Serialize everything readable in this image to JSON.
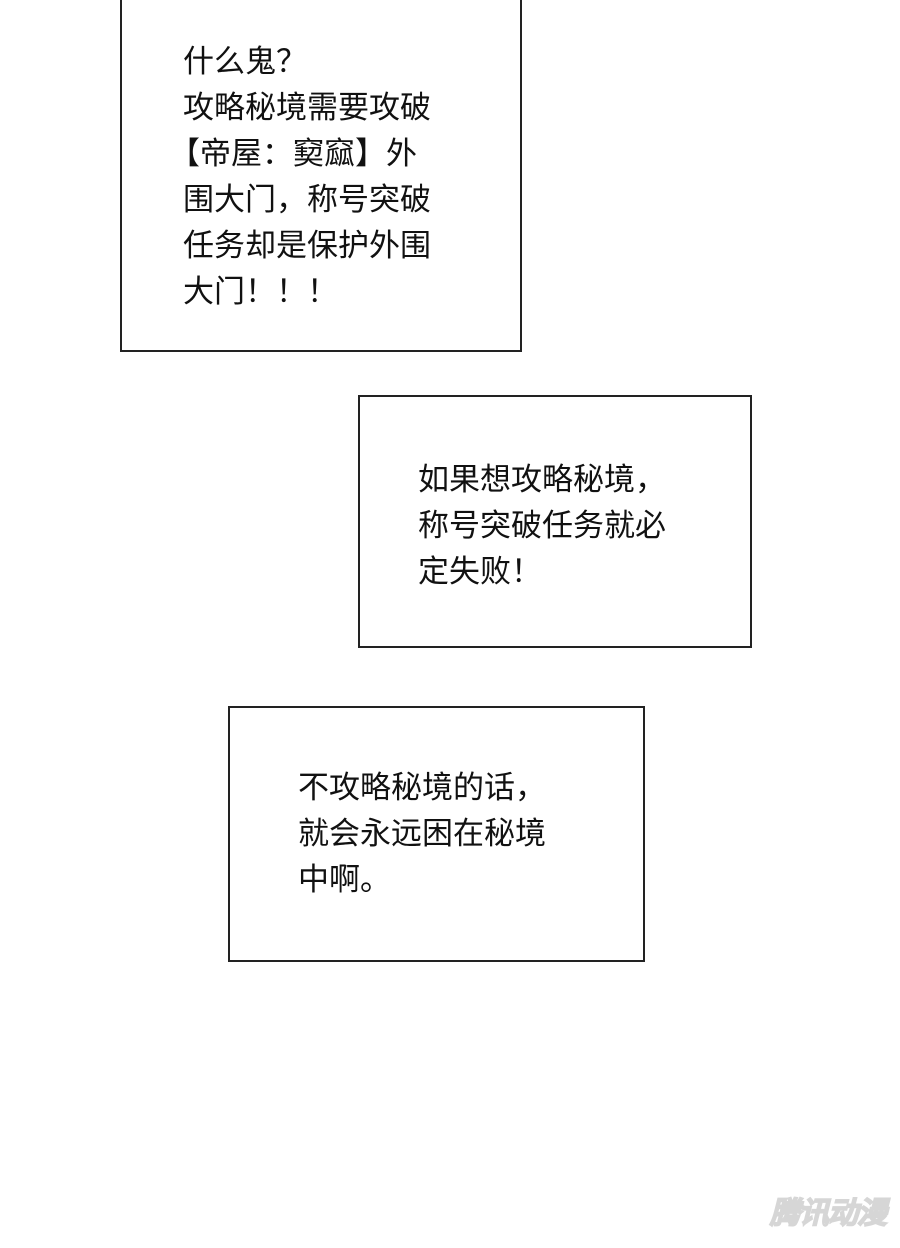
{
  "captions": [
    {
      "lines": [
        "什么鬼？",
        "攻略秘境需要攻破",
        "【帝屋：窫窳】外",
        "围大门，称号突破",
        "任务却是保护外围",
        "大门！！！"
      ]
    },
    {
      "lines": [
        "如果想攻略秘境，",
        "称号突破任务就必",
        "定失败！"
      ]
    },
    {
      "lines": [
        "不攻略秘境的话，",
        "就会永远困在秘境",
        "中啊。"
      ]
    }
  ],
  "watermark": "腾讯动漫"
}
